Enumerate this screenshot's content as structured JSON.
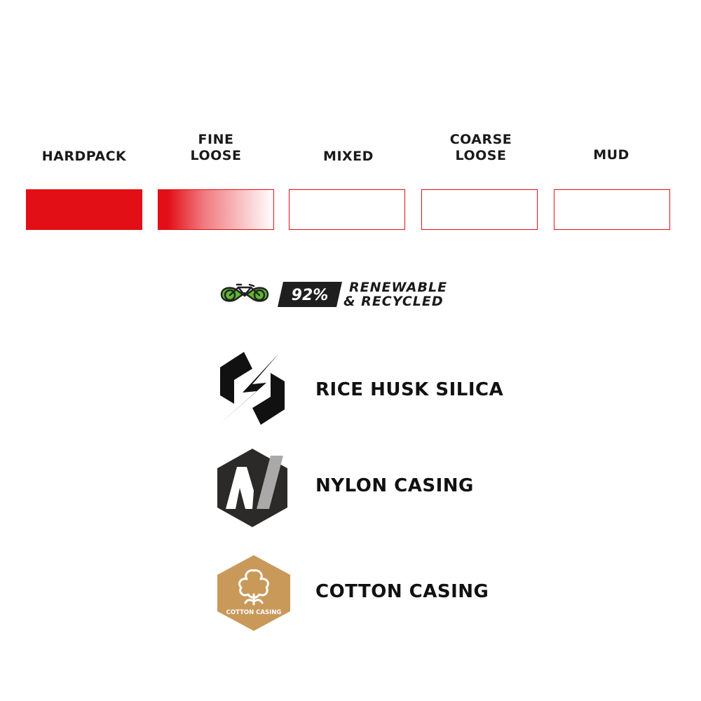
{
  "terrain": {
    "items": [
      {
        "label_lines": [
          "HARDPACK"
        ],
        "level": 1.0
      },
      {
        "label_lines": [
          "FINE",
          "LOOSE"
        ],
        "level": 0.5
      },
      {
        "label_lines": [
          "MIXED"
        ],
        "level": 0.0
      },
      {
        "label_lines": [
          "COARSE",
          "LOOSE"
        ],
        "level": 0.0
      },
      {
        "label_lines": [
          "MUD"
        ],
        "level": 0.0
      }
    ],
    "accent_color": "#e30f17"
  },
  "eco_badge": {
    "percent": "92%",
    "line1": "RENEWABLE",
    "line2": "& RECYCLED",
    "icon": "bicycle-infinity-icon",
    "icon_color": "#5cb833"
  },
  "features": [
    {
      "label": "RICE HUSK SILICA",
      "icon": "rice-husk-silica-icon"
    },
    {
      "label": "NYLON CASING",
      "icon": "nylon-casing-icon"
    },
    {
      "label": "COTTON CASING",
      "icon": "cotton-casing-icon",
      "badge_text": "COTTON CASING",
      "badge_color": "#c9995a"
    }
  ]
}
